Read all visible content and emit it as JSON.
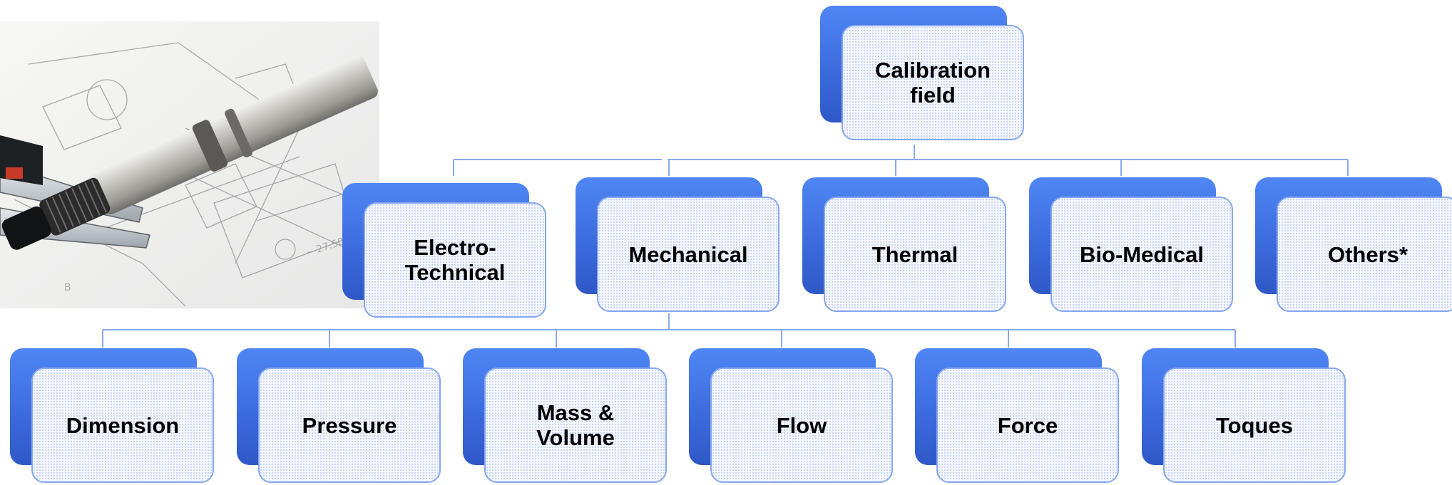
{
  "root": {
    "label": "Calibration\nfield"
  },
  "level1": [
    {
      "label": "Electro-\nTechnical"
    },
    {
      "label": "Mechanical"
    },
    {
      "label": "Thermal"
    },
    {
      "label": "Bio-Medical"
    },
    {
      "label": "Others*"
    }
  ],
  "level2": [
    {
      "label": "Dimension"
    },
    {
      "label": "Pressure"
    },
    {
      "label": "Mass &\nVolume"
    },
    {
      "label": "Flow"
    },
    {
      "label": "Force"
    },
    {
      "label": "Toques"
    }
  ],
  "colors": {
    "box_fill": "#3b69dc",
    "box_border": "#86a8f0",
    "connector": "#8aa9ee"
  }
}
